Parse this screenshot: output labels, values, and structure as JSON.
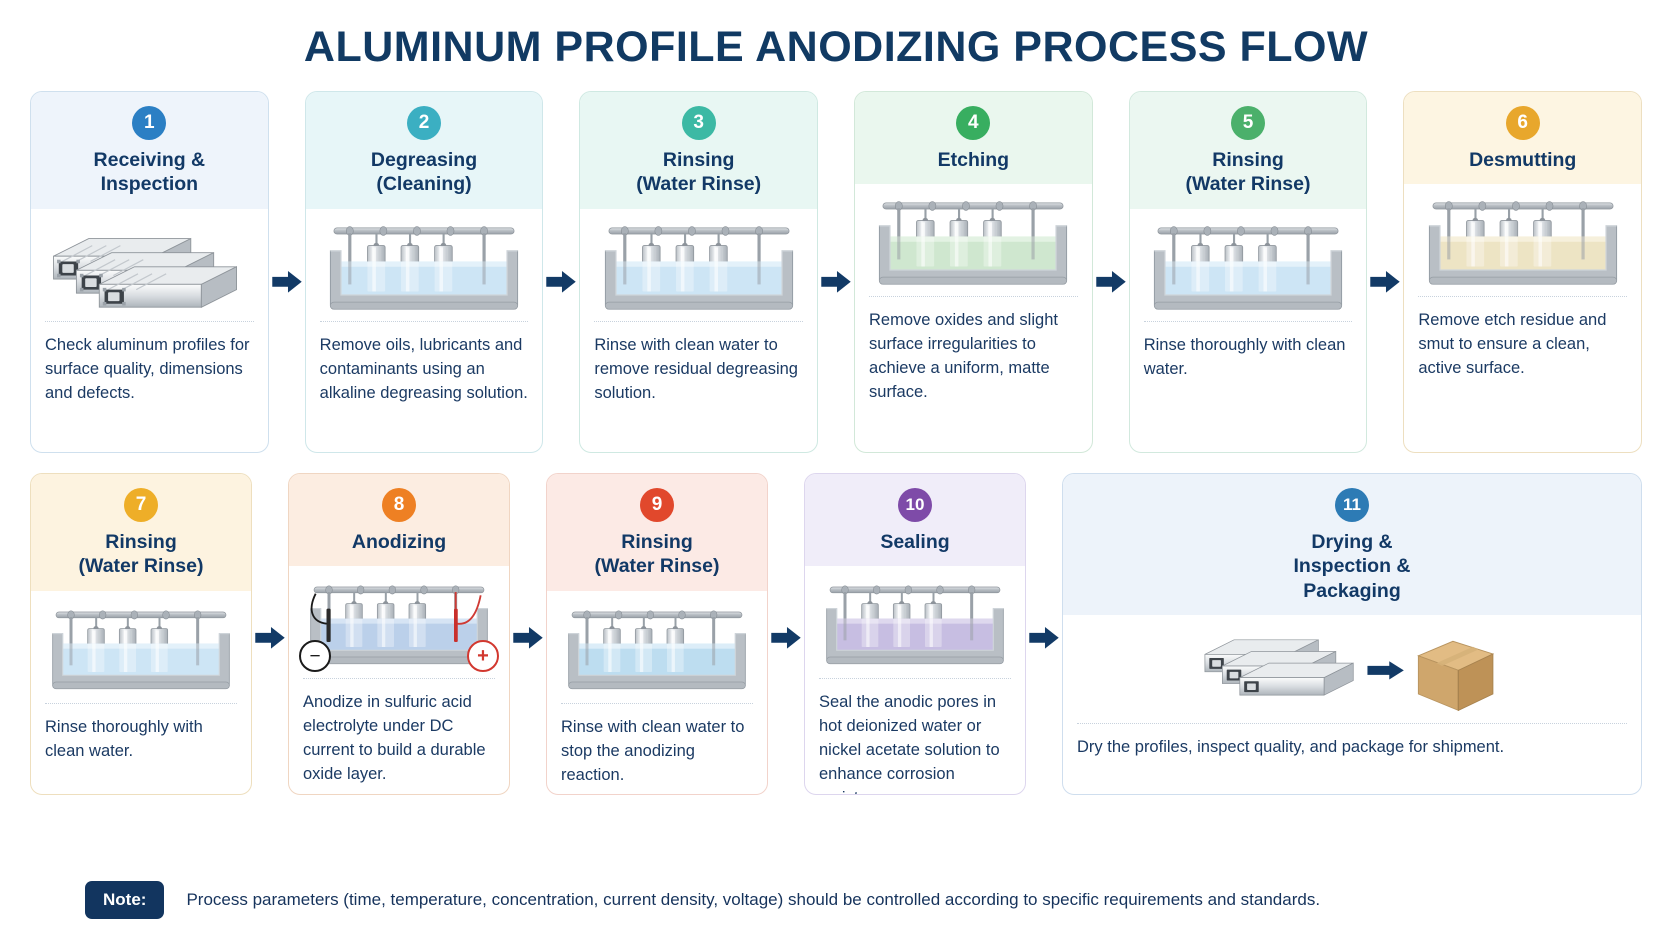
{
  "title": "ALUMINUM PROFILE ANODIZING PROCESS FLOW",
  "note": {
    "label": "Note:",
    "text": "Process parameters (time, temperature, concentration, current density, voltage) should be controlled according to specific requirements and standards."
  },
  "colors": {
    "title": "#113A63",
    "text": "#1b3a63",
    "arrow": "#123A66",
    "note_bg": "#12355F"
  },
  "steps": [
    {
      "number": "1",
      "title": "Receiving &\nInspection",
      "description": "Check aluminum profiles for surface quality, dimensions and defects.",
      "badge_color": "#2B7FC4",
      "head_bg": "#EEF4FB",
      "border": "#cfe0ee",
      "art": "aluminum-profiles",
      "liquid": "",
      "liquid_top": ""
    },
    {
      "number": "2",
      "title": "Degreasing\n(Cleaning)",
      "description": "Remove oils, lubricants and contaminants using an alkaline degreasing solution.",
      "badge_color": "#3BAFC2",
      "head_bg": "#E7F6F8",
      "border": "#cfe7ea",
      "art": "tank",
      "liquid": "#CDE5F5",
      "liquid_top": "#E3F1FA"
    },
    {
      "number": "3",
      "title": "Rinsing\n(Water Rinse)",
      "description": "Rinse with clean water to remove residual degreasing solution.",
      "badge_color": "#3CB9A4",
      "head_bg": "#E8F7F3",
      "border": "#cfe9e2",
      "art": "tank",
      "liquid": "#CDE5F5",
      "liquid_top": "#E3F1FA"
    },
    {
      "number": "4",
      "title": "Etching",
      "description": "Remove oxides and slight surface irregularities to achieve a uniform, matte surface.",
      "badge_color": "#38AE60",
      "head_bg": "#EAF7EE",
      "border": "#d2e8d9",
      "art": "tank",
      "liquid": "#CFE7CF",
      "liquid_top": "#E3F2E3"
    },
    {
      "number": "5",
      "title": "Rinsing\n(Water Rinse)",
      "description": "Rinse thoroughly with clean water.",
      "badge_color": "#4BB06B",
      "head_bg": "#EBF7F1",
      "border": "#d2e9de",
      "art": "tank",
      "liquid": "#CDE5F5",
      "liquid_top": "#E3F1FA"
    },
    {
      "number": "6",
      "title": "Desmutting",
      "description": "Remove etch residue and smut to ensure a clean, active surface.",
      "badge_color": "#E8A72C",
      "head_bg": "#FDF5E2",
      "border": "#eddfc0",
      "art": "tank",
      "liquid": "#EDE4C4",
      "liquid_top": "#F6F0DC"
    },
    {
      "number": "7",
      "title": "Rinsing\n(Water Rinse)",
      "description": "Rinse thoroughly with clean water.",
      "badge_color": "#EEAE28",
      "head_bg": "#FDF3E0",
      "border": "#eedfbe",
      "art": "tank",
      "liquid": "#CDE5F5",
      "liquid_top": "#E3F1FA"
    },
    {
      "number": "8",
      "title": "Anodizing",
      "description": "Anodize in sulfuric acid electrolyte under DC current to build a durable oxide layer.",
      "badge_color": "#EE8023",
      "head_bg": "#FCEDE1",
      "border": "#f0d6c2",
      "art": "tank-electrodes",
      "liquid": "#BBD0EA",
      "liquid_top": "#D6E4F4"
    },
    {
      "number": "9",
      "title": "Rinsing\n(Water Rinse)",
      "description": "Rinse with clean water to stop the anodizing reaction.",
      "badge_color": "#E1482C",
      "head_bg": "#FCEAE5",
      "border": "#f2d3cb",
      "art": "tank",
      "liquid": "#BDDDF0",
      "liquid_top": "#DCEDF8"
    },
    {
      "number": "10",
      "title": "Sealing",
      "description": "Seal the anodic pores in hot deionized water or nickel acetate solution to enhance corrosion resistance.",
      "badge_color": "#7E4BA8",
      "head_bg": "#F0EDF9",
      "border": "#ddd6ee",
      "art": "tank",
      "liquid": "#C7BEE2",
      "liquid_top": "#DED8EE"
    },
    {
      "number": "11",
      "title": "Drying &\nInspection &\nPackaging",
      "description": "Dry the profiles, inspect quality, and package for shipment.",
      "badge_color": "#2D7BB5",
      "head_bg": "#EDF3FA",
      "border": "#cfdeee",
      "art": "profiles-to-box",
      "liquid": "",
      "liquid_top": ""
    }
  ],
  "icons": {
    "arrow": "arrow-right-icon",
    "minus_terminal": "minus-terminal-icon",
    "plus_terminal": "plus-terminal-icon",
    "minus_symbol": "−",
    "plus_symbol": "+"
  }
}
